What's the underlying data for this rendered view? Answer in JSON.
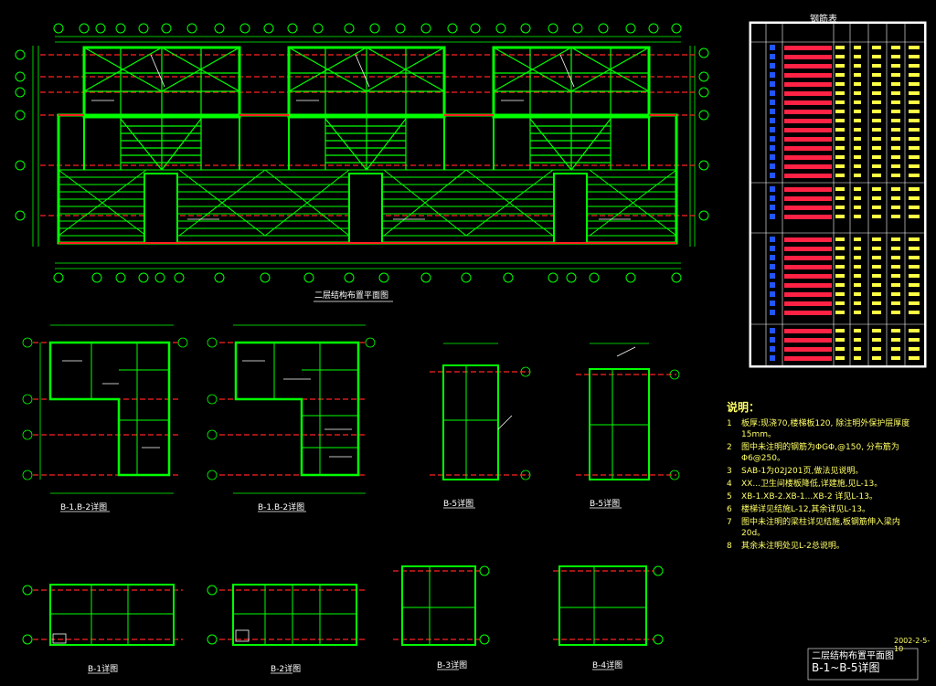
{
  "main_plan_title": "二层结构布置平面图",
  "detail_titles": [
    "B-1.B-2详图",
    "B-1.B-2详图",
    "B-5详图",
    "B-5详图",
    "B-1详图",
    "B-2详图",
    "B-3详图",
    "B-4详图"
  ],
  "table_heading": "钢筋表",
  "notes": {
    "heading": "说明：",
    "items": [
      {
        "n": "1",
        "text": "板厚:现浇70,楼梯板120, 除注明外保护层厚度15mm。"
      },
      {
        "n": "2",
        "text": "图中未注明的钢筋为ΦGΦ,@150, 分布筋为Φ6@250。"
      },
      {
        "n": "3",
        "text": "SAB-1为02J201页,做法见说明。"
      },
      {
        "n": "4",
        "text": "XX...卫生间楼板降低,详建施,见L-13。"
      },
      {
        "n": "5",
        "text": "XB-1.XB-2.XB-1...XB-2 详见L-13。"
      },
      {
        "n": "6",
        "text": "楼梯详见结施L-12,其余详见L-13。"
      },
      {
        "n": "7",
        "text": "图中未注明的梁柱详见结施,板钢筋伸入梁内20d。"
      },
      {
        "n": "8",
        "text": "其余未注明处见L-2总说明。"
      }
    ]
  },
  "date_text": "2002-2-5-10",
  "bottom_title": {
    "line1": "二层结构布置平面图",
    "line2": "B-1~B-5详图"
  }
}
